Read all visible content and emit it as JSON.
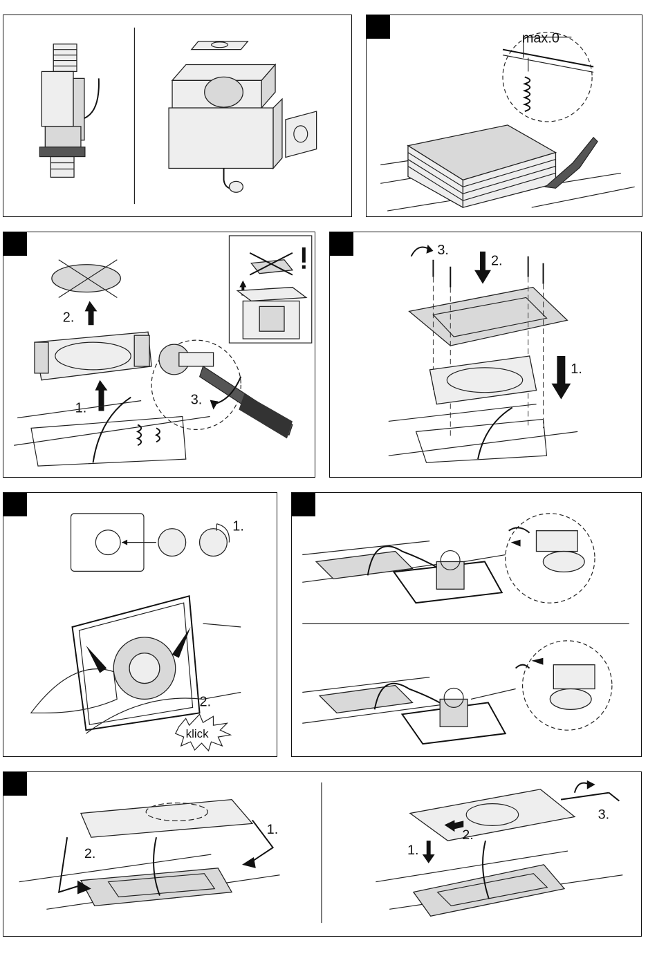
{
  "panels": {
    "p2": {
      "label_max": "max.0"
    },
    "p3": {
      "step1": "1.",
      "step2": "2.",
      "step3": "3."
    },
    "p4": {
      "step1": "1.",
      "step2": "2.",
      "step3": "3."
    },
    "p5": {
      "step1": "1.",
      "step2": "2.",
      "klick": "klick"
    },
    "p7": {
      "step1": "1.",
      "step2": "2."
    },
    "p8": {
      "step1": "1.",
      "step2": "2.",
      "step3": "3."
    }
  },
  "icons": [
    "rotate-arrow-icon",
    "up-arrow-icon",
    "down-arrow-icon",
    "exclamation-icon",
    "cross-out-icon"
  ]
}
